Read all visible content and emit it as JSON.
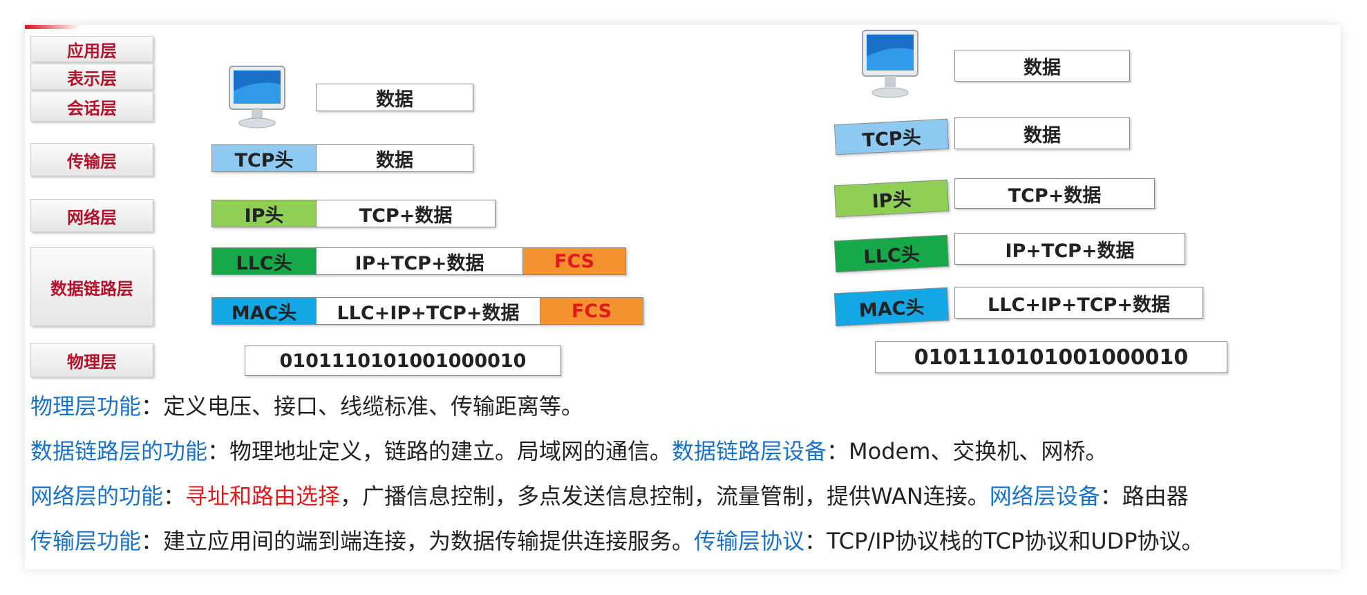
{
  "layers": {
    "application": "应用层",
    "presentation": "表示层",
    "session": "会话层",
    "transport": "传输层",
    "network": "网络层",
    "datalink": "数据链路层",
    "physical": "物理层"
  },
  "encap": {
    "data": "数据",
    "tcp_head": "TCP头",
    "data2": "数据",
    "ip_head": "IP头",
    "tcp_data": "TCP+数据",
    "llc_head": "LLC头",
    "ip_tcp_data": "IP+TCP+数据",
    "fcs1": "FCS",
    "mac_head": "MAC头",
    "llc_ip_tcp_data": "LLC+IP+TCP+数据",
    "fcs2": "FCS",
    "bits": "0101110101001000010"
  },
  "decap": {
    "data_top": "数据",
    "tcp_head": "TCP头",
    "data": "数据",
    "ip_head": "IP头",
    "tcp_data": "TCP+数据",
    "llc_head": "LLC头",
    "ip_tcp_data": "IP+TCP+数据",
    "mac_head": "MAC头",
    "llc_ip_tcp_data": "LLC+IP+TCP+数据",
    "bits": "0101110101001000010"
  },
  "notes": {
    "physical": {
      "label": "物理层功能",
      "text": "：定义电压、接口、线缆标准、传输距离等。"
    },
    "datalink": {
      "label": "数据链路层的功能",
      "text": "：物理地址定义，链路的建立。局域网的通信。",
      "label2": "数据链路层设备",
      "text2": "：Modem、交换机、网桥。"
    },
    "network": {
      "label": "网络层的功能",
      "sep": "：",
      "highlight": "寻址和路由选择",
      "text": "，广播信息控制，多点发送信息控制，流量管制，提供WAN连接。",
      "label2": "网络层设备",
      "text2": "：路由器"
    },
    "transport": {
      "label": "传输层功能",
      "text": "：建立应用间的端到端连接，为数据传输提供连接服务。",
      "label2": "传输层协议",
      "text2": "：TCP/IP协议栈的TCP协议和UDP协议。"
    }
  },
  "colors": {
    "layer_text": "#b3122a",
    "tcp_head": "#8ec9f2",
    "ip_head": "#8fcf56",
    "llc_head": "#17a84a",
    "mac_head": "#13a7e6",
    "fcs": "#f4922f",
    "note_label": "#1a73c8",
    "highlight": "#e01a1a",
    "arrow": "#7f7f7f"
  },
  "icons": {
    "sender": "computer-monitor-icon",
    "receiver": "computer-monitor-icon"
  }
}
